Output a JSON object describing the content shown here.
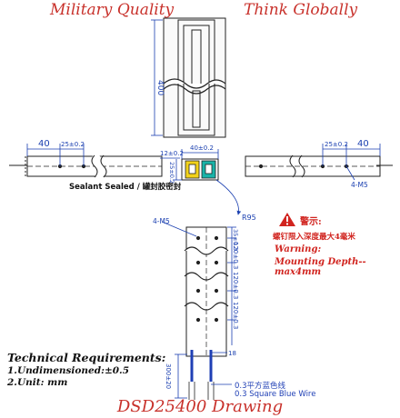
{
  "slogans": {
    "left": "Military Quality",
    "right": "Think Globally"
  },
  "dimensions": {
    "top_length": "400",
    "left_40": "40",
    "left_spacing": "25±0.2",
    "right_spacing": "25±0.2",
    "right_40": "40",
    "width_12": "12±0.2",
    "width_40": "40±0.2",
    "height_25": "25±0.2",
    "radius": "R95",
    "bottom_first": "35±0.3",
    "bottom_pitch_1": "120±0.3",
    "bottom_pitch_2": "120±0.3",
    "bottom_pitch_3": "120±0.3",
    "wire_length": "300±20",
    "wire_gap": "18"
  },
  "thread_labels": {
    "bottom": "4-M5",
    "right": "4-M5"
  },
  "sealant_label": "Sealant Sealed / 罐封胶密封",
  "warning": {
    "title": "警示:",
    "chinese": "螺钉限入深度最大4毫米",
    "english_1": "Warning:",
    "english_2": "Mounting Depth--max4mm"
  },
  "wire": {
    "chinese": "0.3平方蓝色线",
    "english": "0.3 Square Blue Wire"
  },
  "tech": {
    "heading": "Technical Requirements:",
    "req1": "1.Undimensioned:±0.5",
    "req2": "2.Unit: mm"
  },
  "caption": "DSD25400  Drawing",
  "colors": {
    "accent_red": "#c8312b",
    "wire_blue": "#1f3fb5",
    "sealant_yellow": "#f2d21b",
    "sealant_teal": "#19b3a8"
  }
}
